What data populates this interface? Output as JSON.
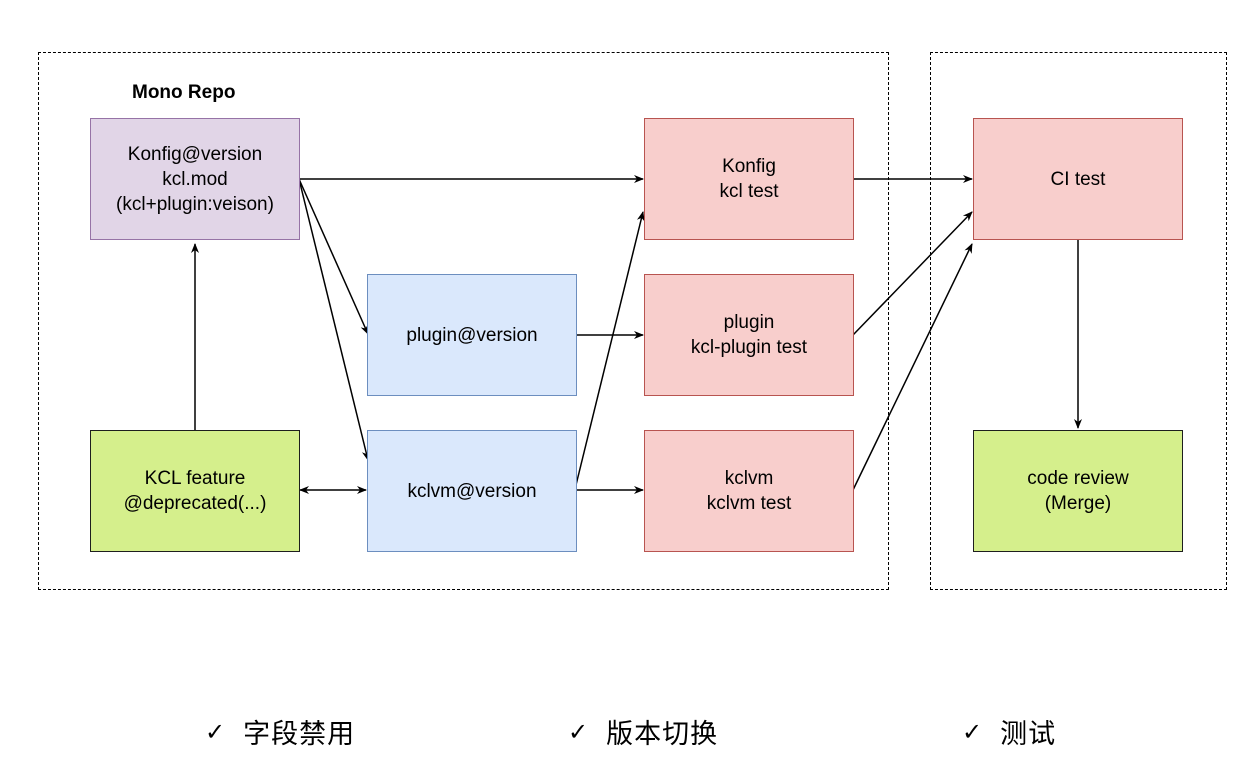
{
  "groups": {
    "mono_repo": {
      "title": "Mono Repo"
    }
  },
  "nodes": {
    "konfig_version": [
      "Konfig@version",
      "kcl.mod",
      "(kcl+plugin:veison)"
    ],
    "plugin_version": [
      "plugin@version"
    ],
    "kclvm_version": [
      "kclvm@version"
    ],
    "kcl_feature": [
      "KCL feature",
      "@deprecated(...)"
    ],
    "konfig_test": [
      "Konfig",
      "kcl test"
    ],
    "plugin_test": [
      "plugin",
      "kcl-plugin test"
    ],
    "kclvm_test": [
      "kclvm",
      "kclvm test"
    ],
    "ci_test": [
      "CI test"
    ],
    "code_review": [
      "code review",
      "(Merge)"
    ]
  },
  "legend": [
    {
      "check": "✓",
      "text": "字段禁用"
    },
    {
      "check": "✓",
      "text": "版本切换"
    },
    {
      "check": "✓",
      "text": "测试"
    }
  ],
  "colors": {
    "purple_fill": "#e1d5e7",
    "purple_stroke": "#9673a6",
    "blue_fill": "#dae8fc",
    "blue_stroke": "#6c8ebf",
    "red_fill": "#f8cecc",
    "red_stroke": "#b85450",
    "green_fill": "#d5ef8c",
    "green_stroke": "#1e1e1e"
  }
}
